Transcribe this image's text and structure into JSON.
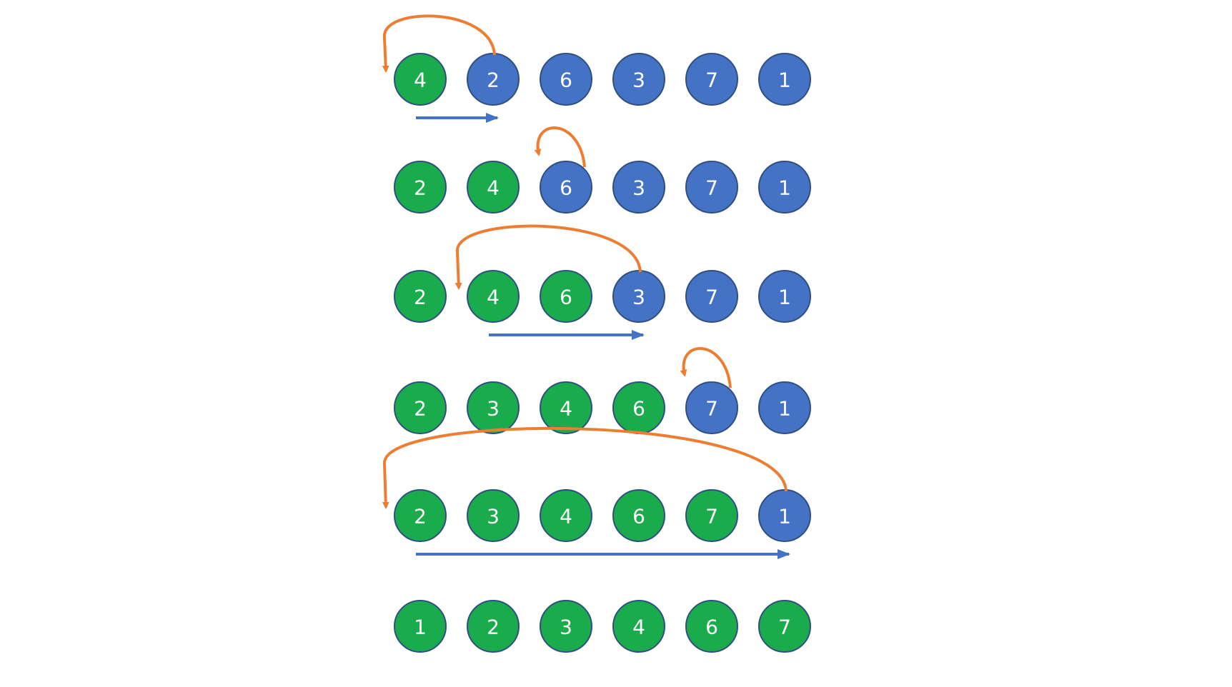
{
  "colors": {
    "sorted": "#1aab4d",
    "unsorted": "#4472c4",
    "node_stroke": "#2f4f80",
    "insert_arc": "#ed7d31",
    "shift_arrow": "#4472c4"
  },
  "steps": [
    {
      "nodes": [
        {
          "label": "4",
          "state": "sorted"
        },
        {
          "label": "2",
          "state": "unsorted"
        },
        {
          "label": "6",
          "state": "unsorted"
        },
        {
          "label": "3",
          "state": "unsorted"
        },
        {
          "label": "7",
          "state": "unsorted"
        },
        {
          "label": "1",
          "state": "unsorted"
        }
      ],
      "insert_from": 1,
      "insert_to": 0,
      "shift_from": 0,
      "shift_to": 1
    },
    {
      "nodes": [
        {
          "label": "2",
          "state": "sorted"
        },
        {
          "label": "4",
          "state": "sorted"
        },
        {
          "label": "6",
          "state": "unsorted"
        },
        {
          "label": "3",
          "state": "unsorted"
        },
        {
          "label": "7",
          "state": "unsorted"
        },
        {
          "label": "1",
          "state": "unsorted"
        }
      ],
      "insert_from": 2,
      "insert_to": 2,
      "shift_from": null,
      "shift_to": null
    },
    {
      "nodes": [
        {
          "label": "2",
          "state": "sorted"
        },
        {
          "label": "4",
          "state": "sorted"
        },
        {
          "label": "6",
          "state": "sorted"
        },
        {
          "label": "3",
          "state": "unsorted"
        },
        {
          "label": "7",
          "state": "unsorted"
        },
        {
          "label": "1",
          "state": "unsorted"
        }
      ],
      "insert_from": 3,
      "insert_to": 1,
      "shift_from": 1,
      "shift_to": 3
    },
    {
      "nodes": [
        {
          "label": "2",
          "state": "sorted"
        },
        {
          "label": "3",
          "state": "sorted"
        },
        {
          "label": "4",
          "state": "sorted"
        },
        {
          "label": "6",
          "state": "sorted"
        },
        {
          "label": "7",
          "state": "unsorted"
        },
        {
          "label": "1",
          "state": "unsorted"
        }
      ],
      "insert_from": 4,
      "insert_to": 4,
      "shift_from": null,
      "shift_to": null
    },
    {
      "nodes": [
        {
          "label": "2",
          "state": "sorted"
        },
        {
          "label": "3",
          "state": "sorted"
        },
        {
          "label": "4",
          "state": "sorted"
        },
        {
          "label": "6",
          "state": "sorted"
        },
        {
          "label": "7",
          "state": "sorted"
        },
        {
          "label": "1",
          "state": "unsorted"
        }
      ],
      "insert_from": 5,
      "insert_to": 0,
      "shift_from": 0,
      "shift_to": 5
    },
    {
      "nodes": [
        {
          "label": "1",
          "state": "sorted"
        },
        {
          "label": "2",
          "state": "sorted"
        },
        {
          "label": "3",
          "state": "sorted"
        },
        {
          "label": "4",
          "state": "sorted"
        },
        {
          "label": "6",
          "state": "sorted"
        },
        {
          "label": "7",
          "state": "sorted"
        }
      ],
      "insert_from": null,
      "insert_to": null,
      "shift_from": null,
      "shift_to": null
    }
  ]
}
